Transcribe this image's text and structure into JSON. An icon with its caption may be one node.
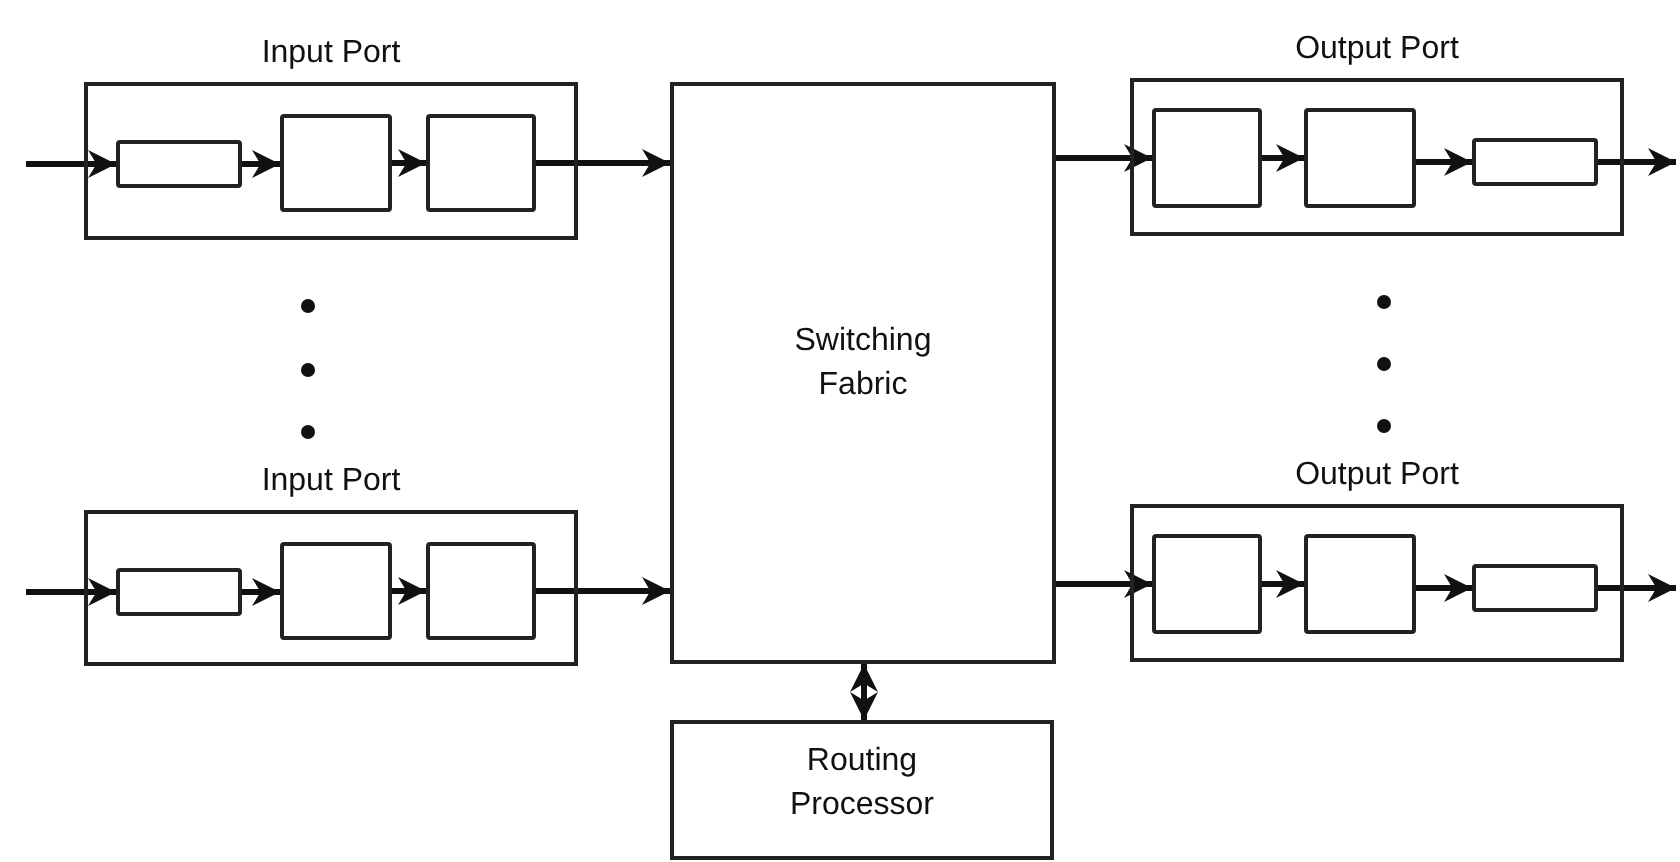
{
  "diagram": {
    "nodes": [
      {
        "text": [
          "Input Port"
        ]
      },
      {
        "text": [],
        "shape": "box",
        "in": 0
      },
      {
        "text": [],
        "shape": "box",
        "in": 0
      },
      {
        "text": [],
        "shape": "box",
        "in": 0
      },
      {
        "text": [
          "Input Port"
        ]
      },
      {
        "text": [],
        "shape": "box",
        "in": 4
      },
      {
        "text": [],
        "shape": "box",
        "in": 4
      },
      {
        "text": [],
        "shape": "box",
        "in": 4
      },
      {
        "text": [
          "Switching Fabric"
        ]
      },
      {
        "text": [
          "Routing Processor"
        ]
      },
      {
        "text": [
          "Output Port"
        ]
      },
      {
        "text": [],
        "shape": "box",
        "in": 10
      },
      {
        "text": [],
        "shape": "box",
        "in": 10
      },
      {
        "text": [],
        "shape": "box",
        "in": 10
      },
      {
        "text": [
          "Output Port"
        ]
      },
      {
        "text": [],
        "shape": "box",
        "in": 14
      },
      {
        "text": [],
        "shape": "box",
        "in": 14
      },
      {
        "text": [],
        "shape": "box",
        "in": 14
      }
    ],
    "edges": [
      {
        "from": null,
        "to": 1,
        "arrow": "to"
      },
      {
        "from": 1,
        "to": 2,
        "arrow": "to"
      },
      {
        "from": 2,
        "to": 3,
        "arrow": "to"
      },
      {
        "from": 3,
        "to": 8,
        "arrow": "to"
      },
      {
        "from": null,
        "to": 5,
        "arrow": "to"
      },
      {
        "from": 5,
        "to": 6,
        "arrow": "to"
      },
      {
        "from": 6,
        "to": 7,
        "arrow": "to"
      },
      {
        "from": 7,
        "to": 8,
        "arrow": "to"
      },
      {
        "from": 8,
        "to": 11,
        "arrow": "to"
      },
      {
        "from": 11,
        "to": 12,
        "arrow": "to"
      },
      {
        "from": 12,
        "to": 13,
        "arrow": "to"
      },
      {
        "from": 13,
        "to": null,
        "arrow": "to"
      },
      {
        "from": 8,
        "to": 15,
        "arrow": "to"
      },
      {
        "from": 15,
        "to": 16,
        "arrow": "to"
      },
      {
        "from": 16,
        "to": 17,
        "arrow": "to"
      },
      {
        "from": 17,
        "to": null,
        "arrow": "to"
      },
      {
        "from": 8,
        "to": 9,
        "arrow": "both"
      }
    ]
  }
}
